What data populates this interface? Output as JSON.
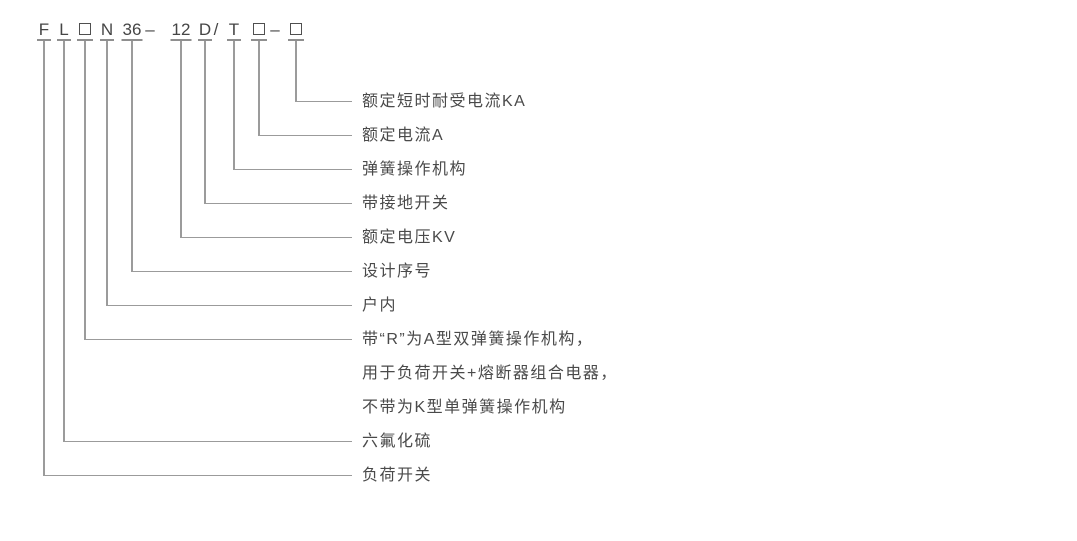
{
  "colors": {
    "line": "#9b9b9b",
    "code_text": "#454545",
    "label_text": "#4a4a4a",
    "background": "#ffffff"
  },
  "model_code": {
    "parts": [
      {
        "type": "char",
        "value": "F",
        "leader": true
      },
      {
        "type": "char",
        "value": "L",
        "leader": true
      },
      {
        "type": "box",
        "value": "",
        "leader": true
      },
      {
        "type": "char",
        "value": "N",
        "leader": true
      },
      {
        "type": "char",
        "value": "36",
        "leader": true
      },
      {
        "type": "char",
        "value": "–",
        "leader": false
      },
      {
        "type": "char",
        "value": "12",
        "leader": true
      },
      {
        "type": "char",
        "value": "D",
        "leader": true
      },
      {
        "type": "char",
        "value": "/",
        "leader": false
      },
      {
        "type": "char",
        "value": "T",
        "leader": true
      },
      {
        "type": "box",
        "value": "",
        "leader": true
      },
      {
        "type": "char",
        "value": "–",
        "leader": false
      },
      {
        "type": "box",
        "value": "",
        "leader": true
      }
    ]
  },
  "legend": [
    {
      "part_index": 12,
      "lines": [
        "额定短时耐受电流KA"
      ]
    },
    {
      "part_index": 10,
      "lines": [
        "额定电流A"
      ]
    },
    {
      "part_index": 9,
      "lines": [
        "弹簧操作机构"
      ]
    },
    {
      "part_index": 7,
      "lines": [
        "带接地开关"
      ]
    },
    {
      "part_index": 6,
      "lines": [
        "额定电压KV"
      ]
    },
    {
      "part_index": 4,
      "lines": [
        "设计序号"
      ]
    },
    {
      "part_index": 3,
      "lines": [
        "户内"
      ]
    },
    {
      "part_index": 2,
      "lines": [
        "带“R”为A型双弹簧操作机构，",
        "用于负荷开关+熔断器组合电器，",
        "不带为K型单弹簧操作机构"
      ]
    },
    {
      "part_index": 1,
      "lines": [
        "六氟化硫"
      ]
    },
    {
      "part_index": 0,
      "lines": [
        "负荷开关"
      ]
    }
  ]
}
